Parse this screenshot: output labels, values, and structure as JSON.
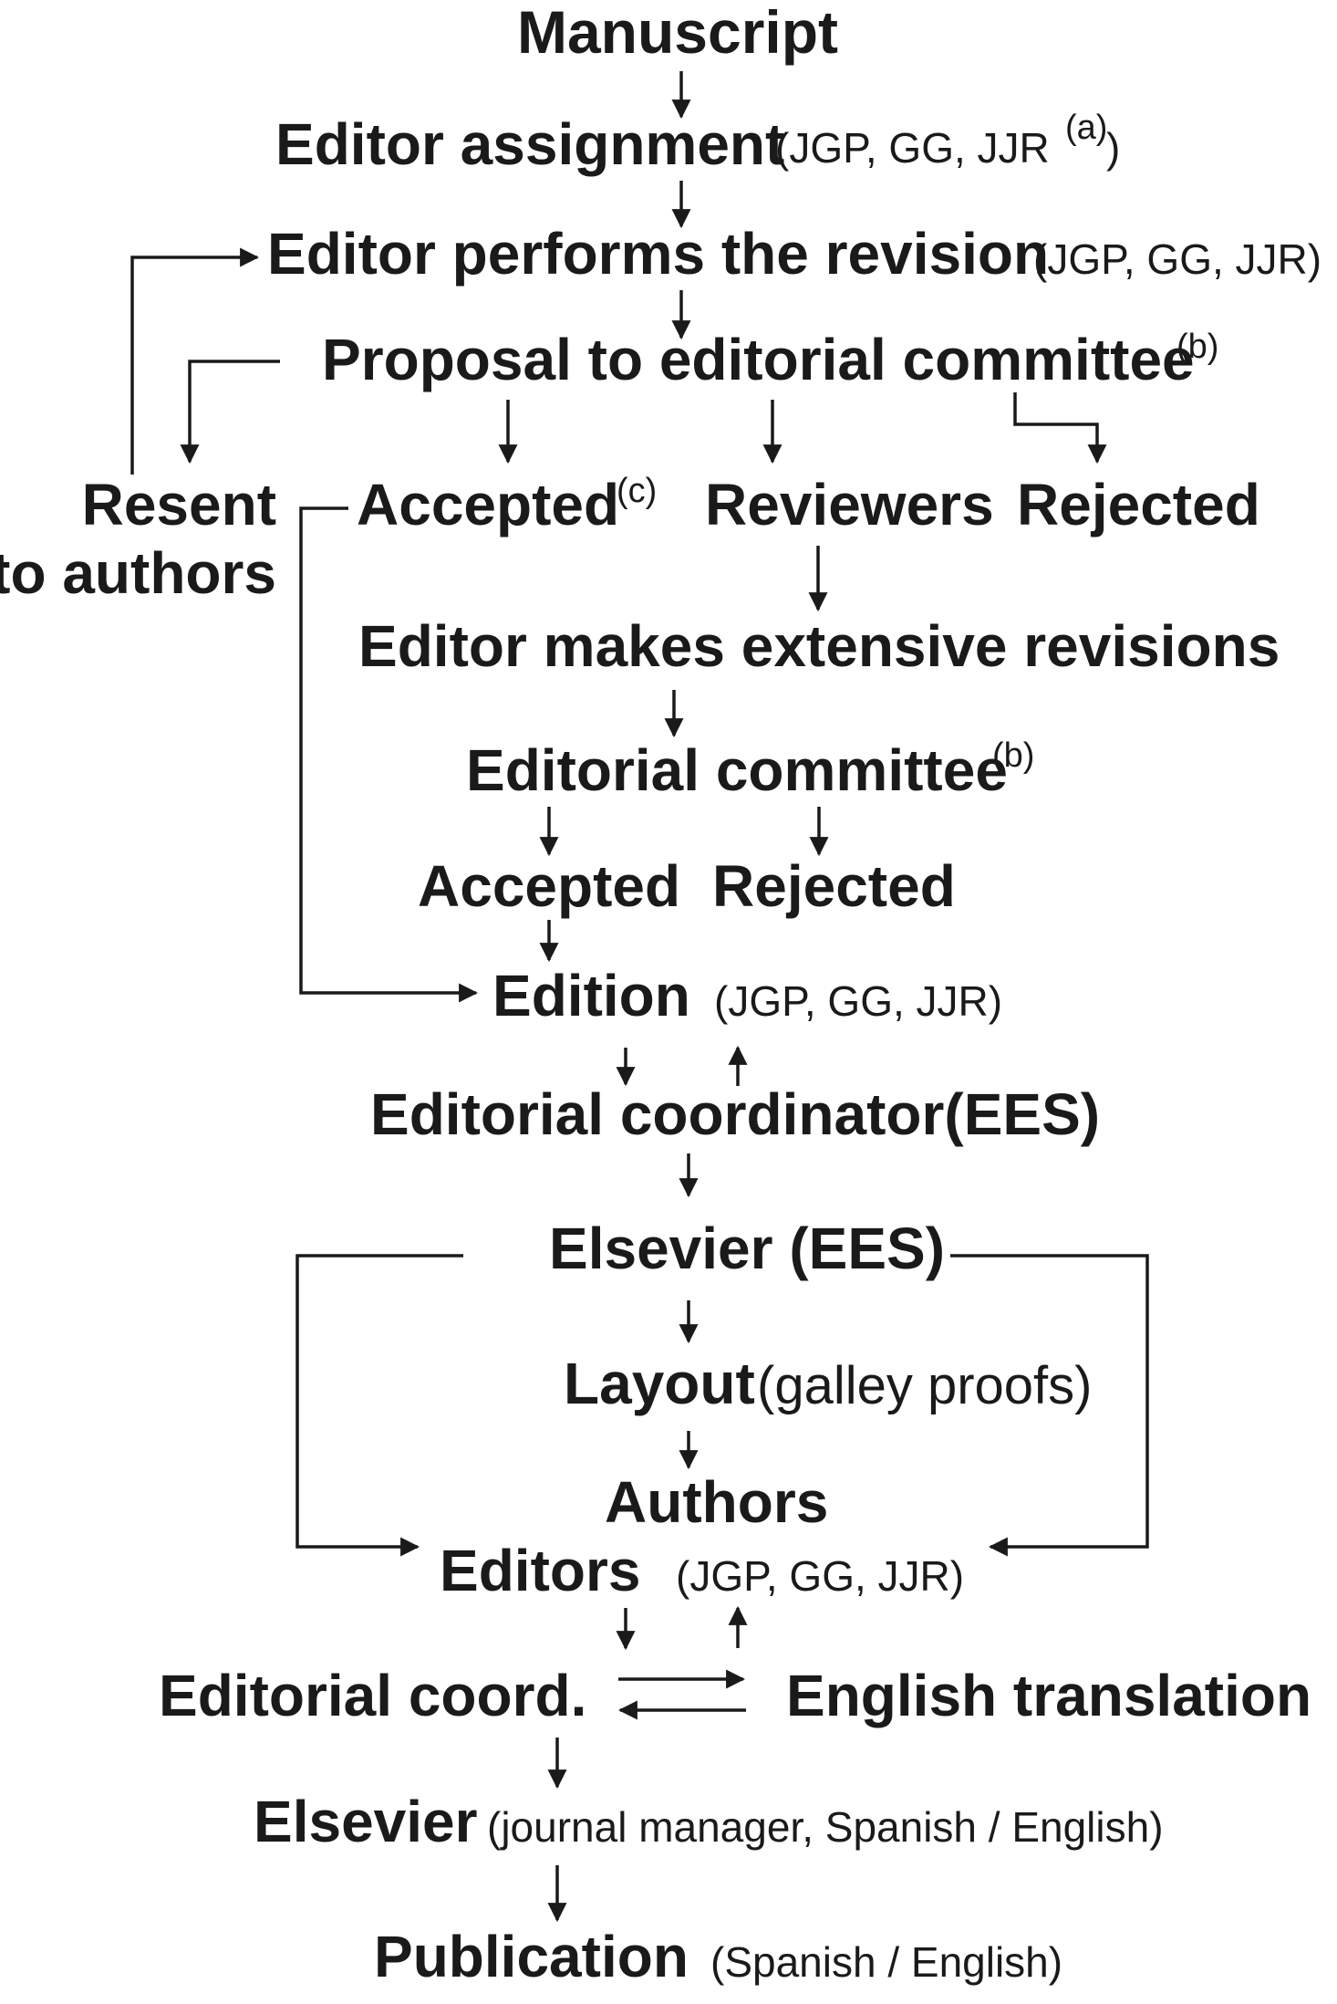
{
  "nodes": {
    "manuscript": "Manuscript",
    "editor_assignment": "Editor assignment",
    "editor_assignment_note": "(JGP, GG, JJR",
    "editor_assignment_sup": "(a)",
    "editor_assignment_close": ")",
    "editor_revision": "Editor performs the revision",
    "editor_revision_note": "(JGP, GG, JJR)",
    "proposal": "Proposal to editorial committee",
    "proposal_sup": "(b)",
    "resent_1": "Resent",
    "resent_2": "to authors",
    "accepted": "Accepted",
    "accepted_sup": "(c)",
    "reviewers": "Reviewers",
    "rejected": "Rejected",
    "extensive_revisions": "Editor makes extensive revisions",
    "editorial_committee": "Editorial committee",
    "editorial_committee_sup": "(b)",
    "accepted_2": "Accepted",
    "rejected_2": "Rejected",
    "edition": "Edition",
    "edition_note": "(JGP, GG, JJR)",
    "coordinator": "Editorial coordinator(EES)",
    "elsevier_ees": "Elsevier (EES)",
    "layout": "Layout",
    "layout_note": "(galley proofs)",
    "authors": "Authors",
    "editors": "Editors",
    "editors_note": "(JGP, GG, JJR)",
    "editorial_coord": "Editorial coord.",
    "english_translation": "English translation",
    "elsevier": "Elsevier",
    "elsevier_note": "(journal manager, Spanish / English)",
    "publication": "Publication",
    "publication_note": "(Spanish / English)"
  }
}
